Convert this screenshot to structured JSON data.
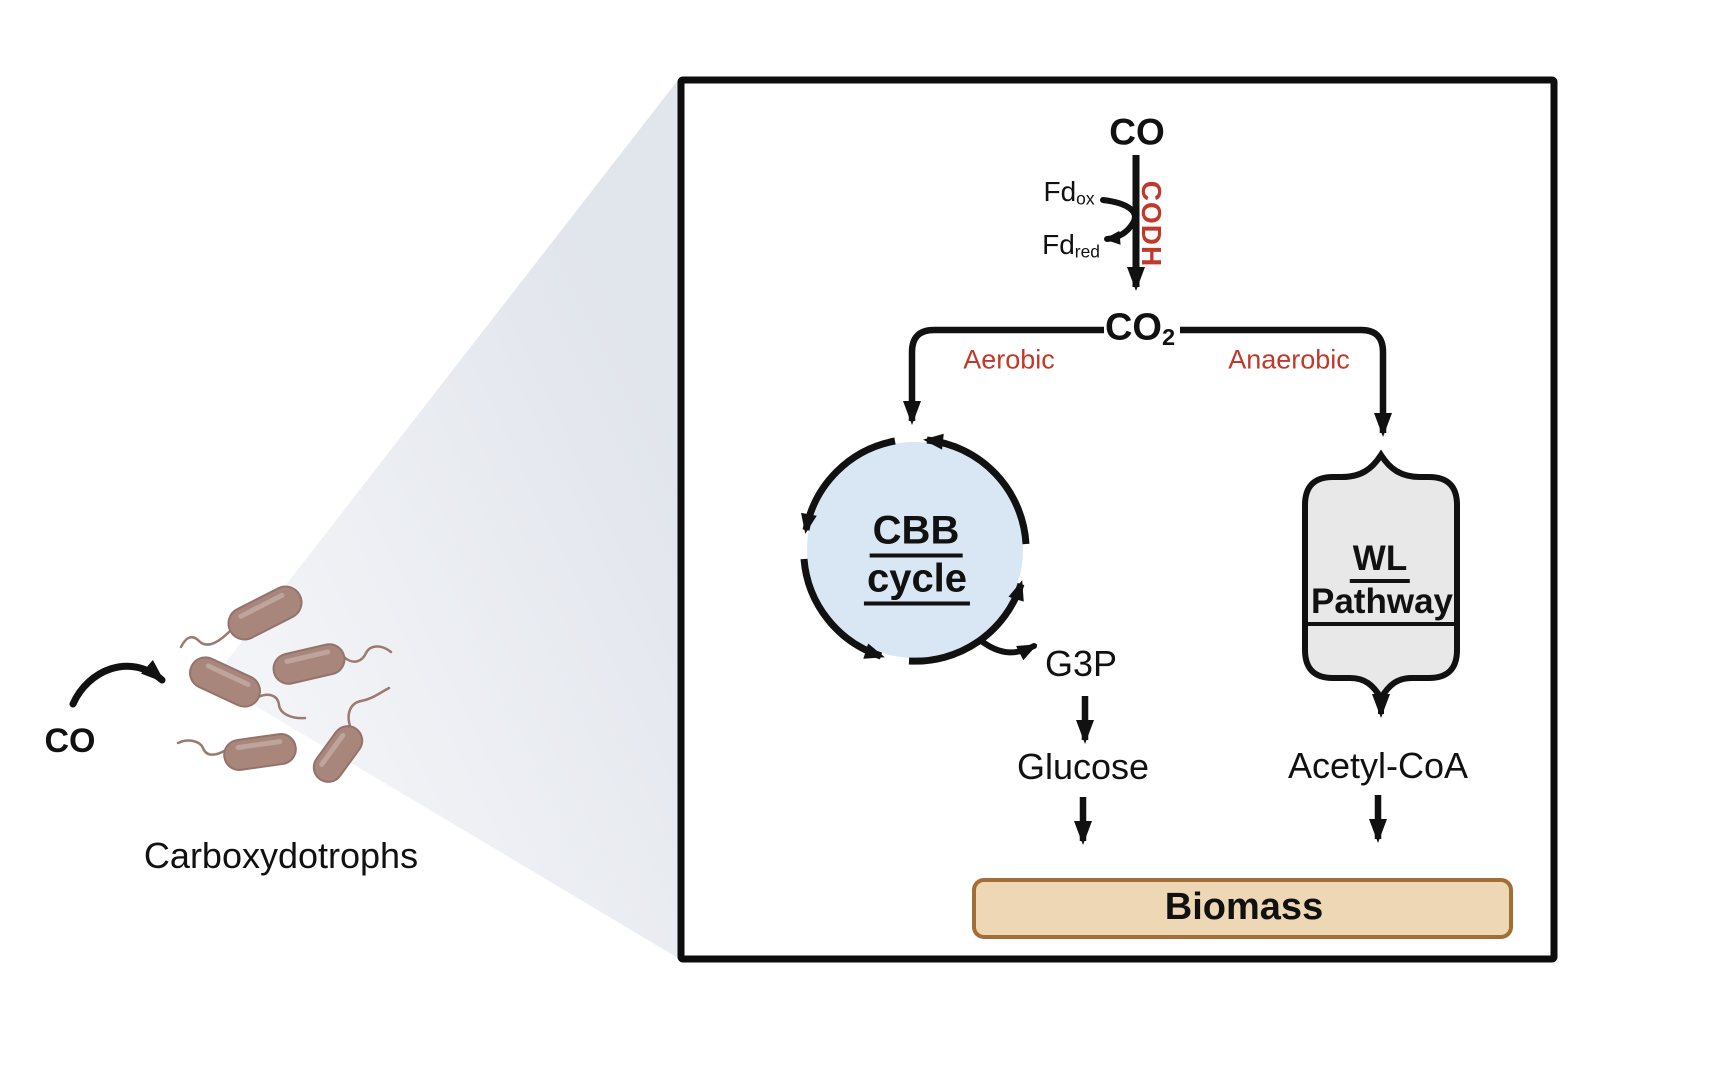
{
  "scene": {
    "substrate_label": "CO",
    "organism_label": "Carboxydotrophs"
  },
  "panel": {
    "input_label": "CO",
    "fd_ox": {
      "base": "Fd",
      "sub": "ox"
    },
    "fd_red": {
      "base": "Fd",
      "sub": "red"
    },
    "enzyme_label": "CODH",
    "co2": {
      "base": "CO",
      "sub": "2"
    },
    "aerobic_label": "Aerobic",
    "anaerobic_label": "Anaerobic",
    "cbb_cycle": {
      "line1": "CBB",
      "line2": "cycle"
    },
    "wl_pathway": {
      "line1": "WL",
      "line2": "Pathway"
    },
    "g3p_label": "G3P",
    "glucose_label": "Glucose",
    "acetyl_coa_label": "Acetyl-CoA",
    "biomass_label": "Biomass"
  },
  "colors": {
    "accent_red": "#c0392b",
    "ink": "#111111",
    "cbb_fill": "#d9e6f4",
    "wl_fill": "#e8e8e8",
    "biomass_fill": "#eed7b4",
    "biomass_border": "#a26e38",
    "bacteria_fill": "#a8867c",
    "bacteria_stroke": "#94736a",
    "flagella": "#9b7a70",
    "beam_light": "#f4f5f8",
    "beam_dark": "#e1e5ec"
  }
}
